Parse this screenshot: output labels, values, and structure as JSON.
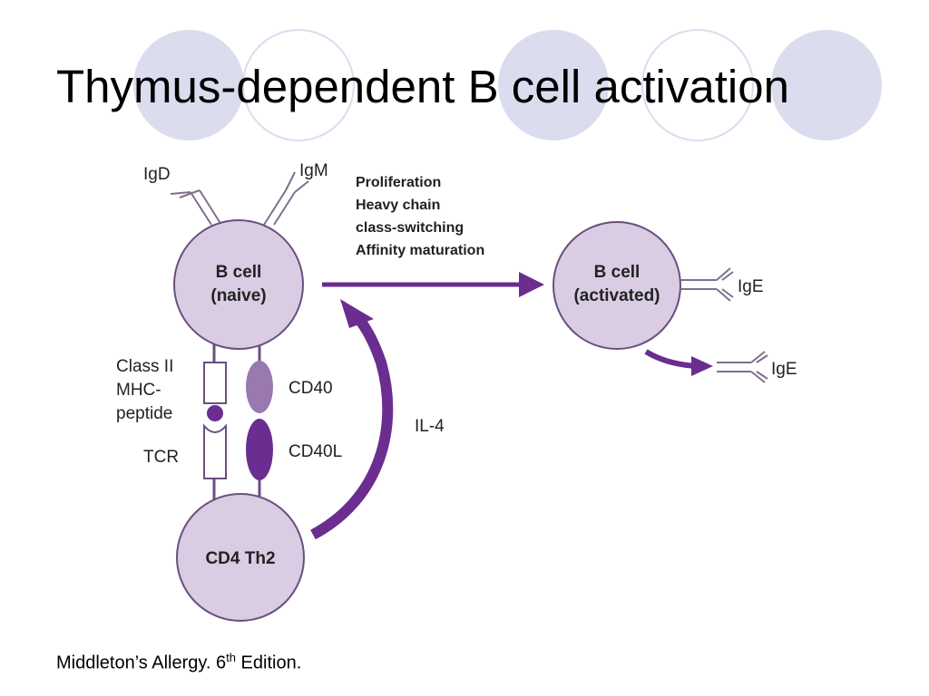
{
  "slide": {
    "title": "Thymus-dependent B cell activation",
    "citation": {
      "before": "Middleton’s Allergy. 6",
      "sup": "th",
      "after": " Edition."
    }
  },
  "diagram": {
    "naive_cell": {
      "line1": "B cell",
      "line2": "(naive)"
    },
    "activated_cell": {
      "line1": "B cell",
      "line2": "(activated)"
    },
    "th2_cell": {
      "label": "CD4 Th2"
    },
    "antibodies": {
      "igd": "IgD",
      "igm": "IgM",
      "ige_surface": "IgE",
      "ige_secreted": "IgE"
    },
    "outcomes": [
      "Proliferation",
      "Heavy chain",
      "class-switching",
      "Affinity maturation"
    ],
    "receptors": {
      "mhc": [
        "Class II",
        "MHC-",
        "peptide"
      ],
      "tcr": "TCR",
      "cd40": "CD40",
      "cd40l": "CD40L",
      "il4": "IL-4"
    }
  },
  "colors": {
    "cell_fill": "#d9cce3",
    "cell_stroke": "#6a4f7f",
    "arrow": "#6b2d8f",
    "cd40": "#9a78b0",
    "cd40l": "#6b2d8f",
    "deco_circle": "#dcdcef"
  }
}
